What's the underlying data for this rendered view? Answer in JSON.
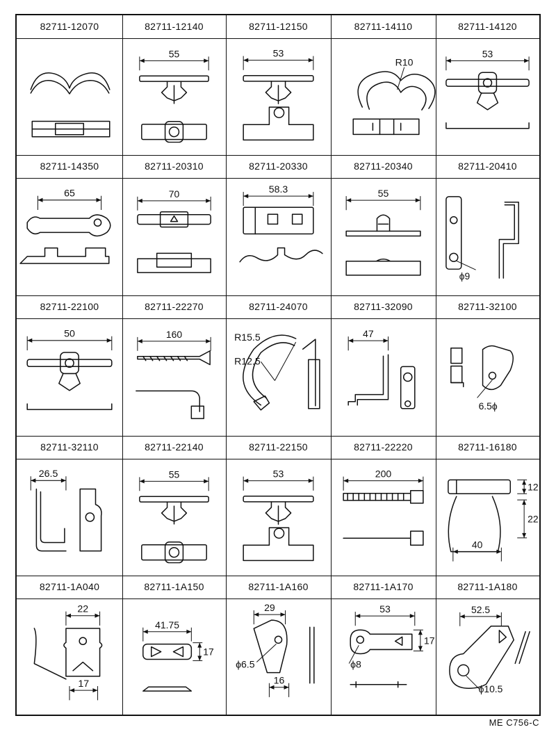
{
  "sheet": {
    "code": "ME C756-C",
    "rows": [
      [
        {
          "part": "82711-12070",
          "art": "double-loop",
          "dims": []
        },
        {
          "part": "82711-12140",
          "art": "push-clip",
          "dims": [
            "55"
          ]
        },
        {
          "part": "82711-12150",
          "art": "push-clip-stand",
          "dims": [
            "53"
          ]
        },
        {
          "part": "82711-14110",
          "art": "ring-clip",
          "dims": [
            "R10"
          ]
        },
        {
          "part": "82711-14120",
          "art": "push-clip-wide",
          "dims": [
            "53"
          ]
        }
      ],
      [
        {
          "part": "82711-14350",
          "art": "band-clip",
          "dims": [
            "65"
          ]
        },
        {
          "part": "82711-20310",
          "art": "flat-clip",
          "dims": [
            "70"
          ]
        },
        {
          "part": "82711-20330",
          "art": "slot-clip",
          "dims": [
            "58.3"
          ]
        },
        {
          "part": "82711-20340",
          "art": "bolt-clip",
          "dims": [
            "55"
          ]
        },
        {
          "part": "82711-20410",
          "art": "hook-bracket",
          "dims": [
            "ϕ9"
          ]
        }
      ],
      [
        {
          "part": "82711-22100",
          "art": "push-clip-wide",
          "dims": [
            "50"
          ]
        },
        {
          "part": "82711-22270",
          "art": "tie-band",
          "dims": [
            "160"
          ]
        },
        {
          "part": "82711-24070",
          "art": "arc-clamp",
          "dims": [
            "R15.5",
            "R12.5"
          ]
        },
        {
          "part": "82711-32090",
          "art": "l-bracket",
          "dims": [
            "47"
          ]
        },
        {
          "part": "82711-32100",
          "art": "wire-hook",
          "dims": [
            "6.5ϕ"
          ]
        }
      ],
      [
        {
          "part": "82711-32110",
          "art": "j-bracket",
          "dims": [
            "26.5"
          ]
        },
        {
          "part": "82711-22140",
          "art": "push-clip",
          "dims": [
            "55"
          ]
        },
        {
          "part": "82711-22150",
          "art": "push-clip-stand",
          "dims": [
            "53"
          ]
        },
        {
          "part": "82711-22220",
          "art": "long-tie",
          "dims": [
            "200"
          ]
        },
        {
          "part": "82711-16180",
          "art": "wire-loop",
          "dims": [
            "12",
            "22",
            "40"
          ]
        }
      ],
      [
        {
          "part": "82711-1A040",
          "art": "plate-bracket",
          "dims": [
            "22",
            "17"
          ]
        },
        {
          "part": "82711-1A150",
          "art": "triangle-plate",
          "dims": [
            "41.75",
            "17"
          ]
        },
        {
          "part": "82711-1A160",
          "art": "angle-plate",
          "dims": [
            "29",
            "ϕ6.5",
            "16"
          ]
        },
        {
          "part": "82711-1A170",
          "art": "long-plate",
          "dims": [
            "53",
            "17",
            "ϕ8"
          ]
        },
        {
          "part": "82711-1A180",
          "art": "angled-bracket",
          "dims": [
            "52.5",
            "ϕ10.5"
          ]
        }
      ]
    ]
  }
}
